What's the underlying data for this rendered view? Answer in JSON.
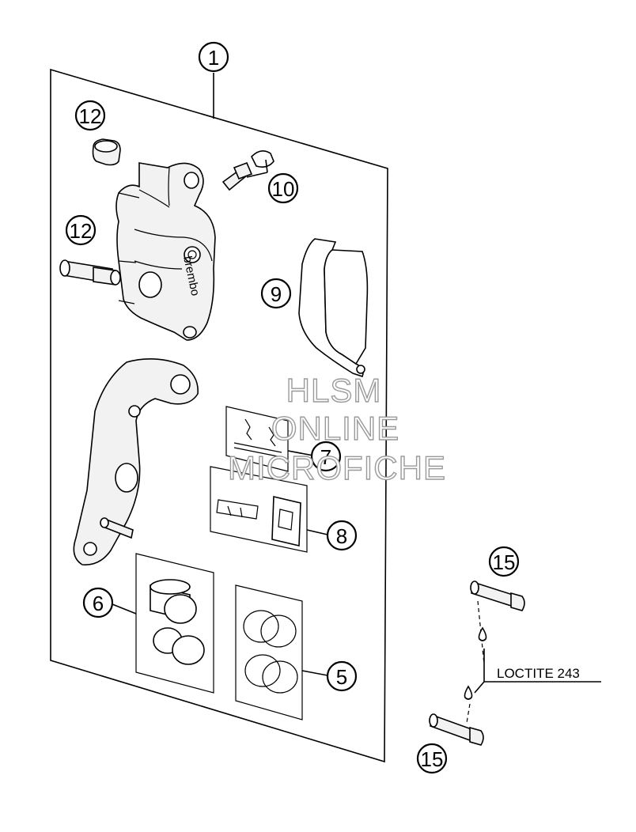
{
  "callouts": {
    "c1": "1",
    "c5": "5",
    "c6": "6",
    "c7": "7",
    "c8": "8",
    "c9": "9",
    "c10": "10",
    "c12a": "12",
    "c12b": "12",
    "c15a": "15",
    "c15b": "15"
  },
  "loctite_label": "LOCTITE 243",
  "caliper_brand": "brembo",
  "watermark": {
    "line1": "HLSM",
    "line2": "ONLINE",
    "line3": "MICROFICHE"
  }
}
